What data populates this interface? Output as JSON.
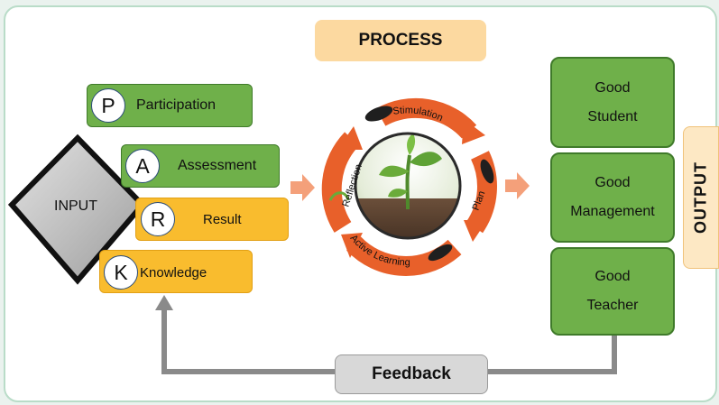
{
  "process": {
    "title": "PROCESS"
  },
  "input": {
    "label": "INPUT"
  },
  "para": [
    {
      "letter": "P",
      "label": "Participation",
      "color": "#6fb04a"
    },
    {
      "letter": "A",
      "label": "Assessment",
      "color": "#6fb04a"
    },
    {
      "letter": "R",
      "label": "Result",
      "color": "#f9bc2e"
    },
    {
      "letter": "K",
      "label": "Knowledge",
      "color": "#f9bc2e"
    }
  ],
  "cycle": {
    "stages": [
      "Stimulation",
      "Plan",
      "Active Learning",
      "Reflection"
    ],
    "icons": [
      "seed-icon",
      "seedling-plant-icon"
    ]
  },
  "output": {
    "title": "OUTPUT",
    "items": [
      {
        "line1": "Good",
        "line2": "Student"
      },
      {
        "line1": "Good",
        "line2": "Management"
      },
      {
        "line1": "Good",
        "line2": "Teacher"
      }
    ]
  },
  "feedback": {
    "label": "Feedback"
  },
  "colors": {
    "green": "#6fb04a",
    "yellow": "#f9bc2e",
    "process_bg": "#fcd9a0",
    "cycle_orange": "#e8602a",
    "arrow_gray": "#8a8a8a"
  }
}
